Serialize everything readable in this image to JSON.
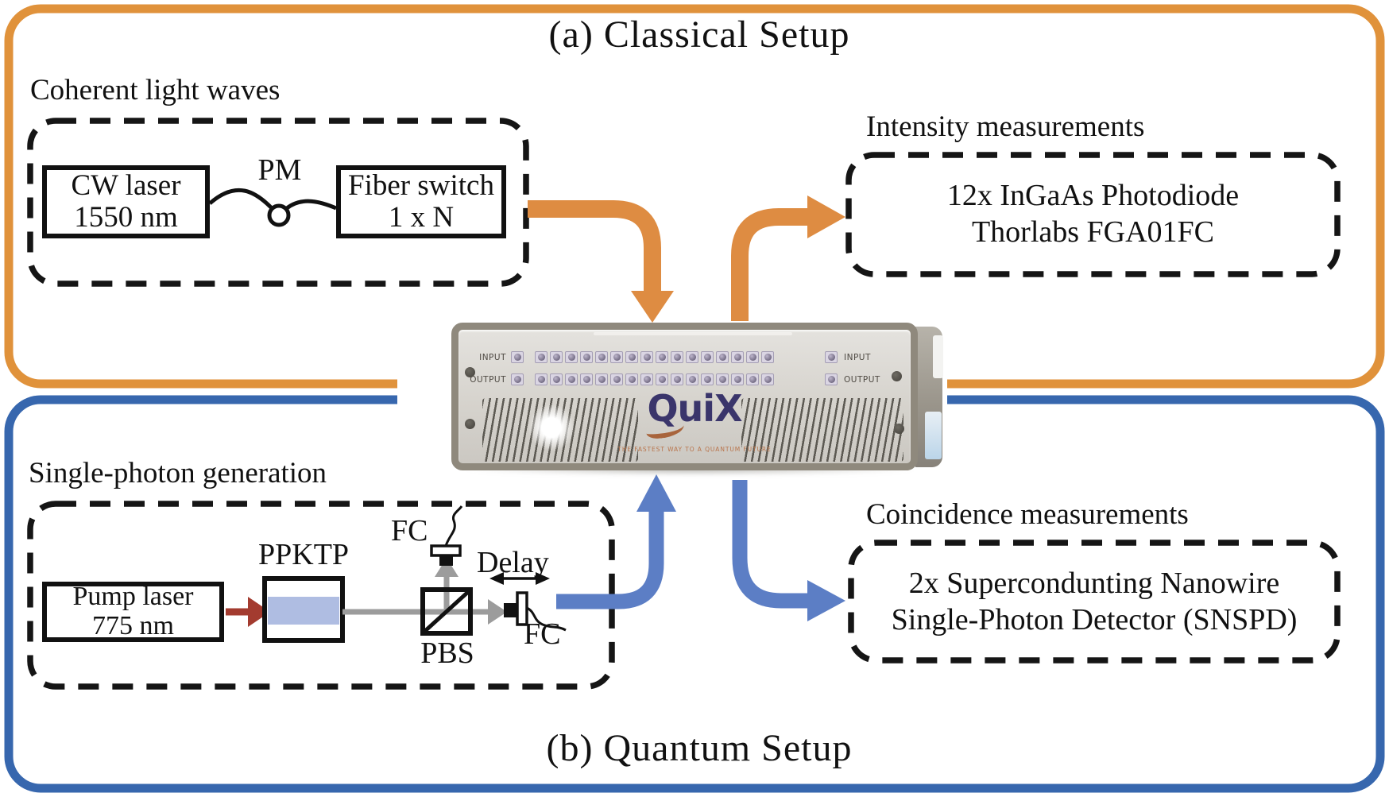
{
  "titles": {
    "classical": "(a) Classical Setup",
    "quantum": "(b) Quantum Setup"
  },
  "classical": {
    "source_label": "Coherent light waves",
    "cw_laser": {
      "line1": "CW laser",
      "line2": "1550 nm"
    },
    "pm_label": "PM",
    "fiber_switch": {
      "line1": "Fiber switch",
      "line2": "1 x N"
    },
    "measure_label": "Intensity measurements",
    "detector": {
      "line1": "12x InGaAs Photodiode",
      "line2": "Thorlabs FGA01FC"
    }
  },
  "quantum": {
    "source_label": "Single-photon generation",
    "pump_laser": {
      "line1": "Pump laser",
      "line2": "775 nm"
    },
    "ppktp_label": "PPKTP",
    "fc_top_label": "FC",
    "delay_label": "Delay",
    "fc_right_label": "FC",
    "pbs_label": "PBS",
    "measure_label": "Coincidence measurements",
    "detector": {
      "line1": "2x Supercondunting Nanowire",
      "line2": "Single-Photon Detector (SNSPD)"
    }
  },
  "device": {
    "brand": "QuiX",
    "tagline": "THE FASTEST WAY TO A QUANTUM FUTURE",
    "labels": {
      "input": "INPUT",
      "output": "OUTPUT"
    },
    "ports_per_row": 16
  },
  "colors": {
    "frame_orange": "#E0923B",
    "frame_blue": "#3767AE",
    "arrow_orange": "#DE8C42",
    "arrow_blue": "#5C7EC5",
    "pump_red": "#A33B2F",
    "beam_gray": "#9C9C9C",
    "crystal_blue": "#AFBDE2",
    "logo_navy": "#3A356B",
    "logo_orange": "#A8643C",
    "dash_black": "#151515"
  }
}
